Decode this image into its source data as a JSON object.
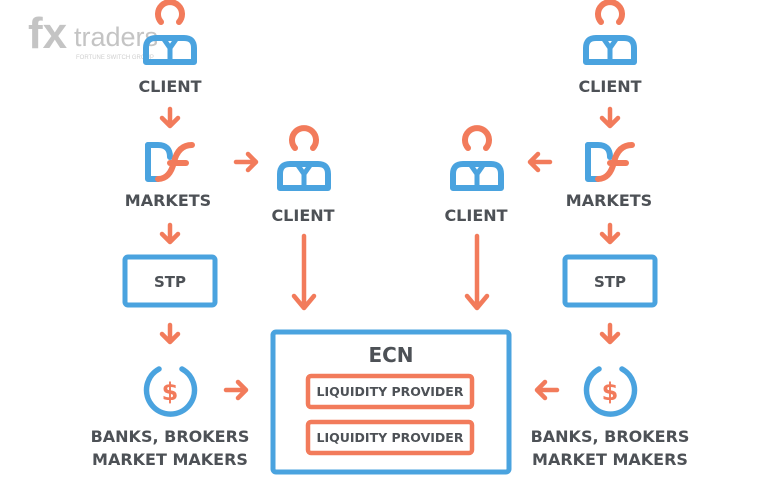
{
  "logo": {
    "mark": "fx",
    "name": "traders",
    "tagline": "FORTUNE SWITCH GROUP"
  },
  "labels": {
    "client": "CLIENT",
    "markets": "MARKETS",
    "stp": "STP",
    "ecn": "ECN",
    "liquidity_provider": "LIQUIDITY PROVIDER",
    "banks_line1": "BANKS, BROKERS",
    "banks_line2": "MARKET MAKERS",
    "dollar": "$"
  },
  "colors": {
    "blue": "#4aa3df",
    "orange": "#f27b5b",
    "text": "#4d5156",
    "logo": "#c4c4c4"
  },
  "icons": [
    "client-icon",
    "markets-icon",
    "dollar-icon",
    "arrow-icon"
  ]
}
